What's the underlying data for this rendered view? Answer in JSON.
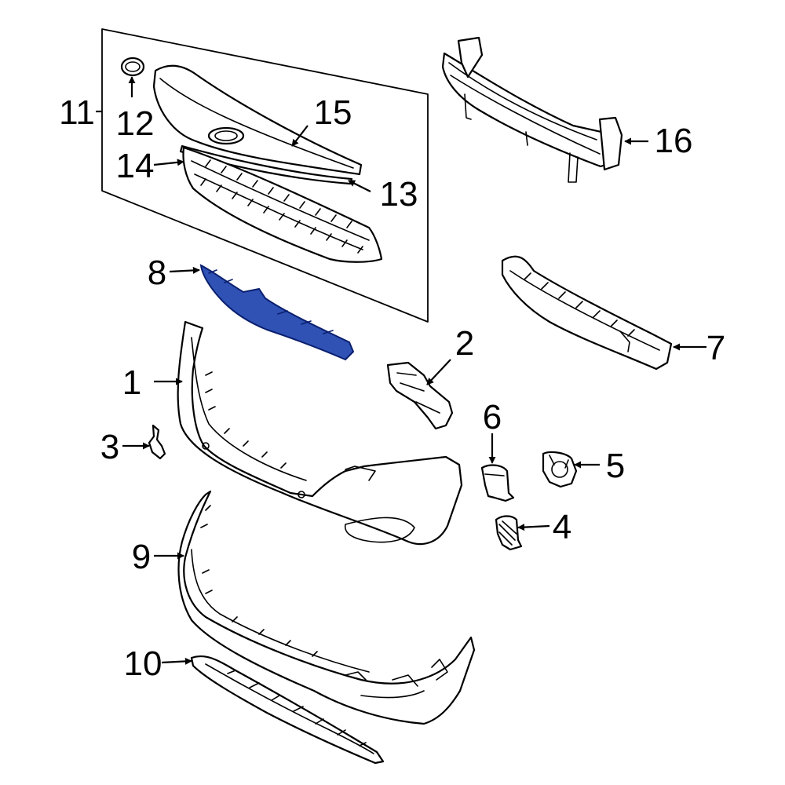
{
  "colors": {
    "line": "#000000",
    "background": "#ffffff",
    "highlight_fill": "#2f52b4",
    "highlight_stroke": "#0a1f6e"
  },
  "highlighted_part": "8",
  "callouts": [
    {
      "id": "c1",
      "label": "1"
    },
    {
      "id": "c2",
      "label": "2"
    },
    {
      "id": "c3",
      "label": "3"
    },
    {
      "id": "c4",
      "label": "4"
    },
    {
      "id": "c5",
      "label": "5"
    },
    {
      "id": "c6",
      "label": "6"
    },
    {
      "id": "c7",
      "label": "7"
    },
    {
      "id": "c8",
      "label": "8"
    },
    {
      "id": "c9",
      "label": "9"
    },
    {
      "id": "c10",
      "label": "10"
    },
    {
      "id": "c11",
      "label": "11"
    },
    {
      "id": "c12",
      "label": "12"
    },
    {
      "id": "c13",
      "label": "13"
    },
    {
      "id": "c14",
      "label": "14"
    },
    {
      "id": "c15",
      "label": "15"
    },
    {
      "id": "c16",
      "label": "16"
    }
  ]
}
